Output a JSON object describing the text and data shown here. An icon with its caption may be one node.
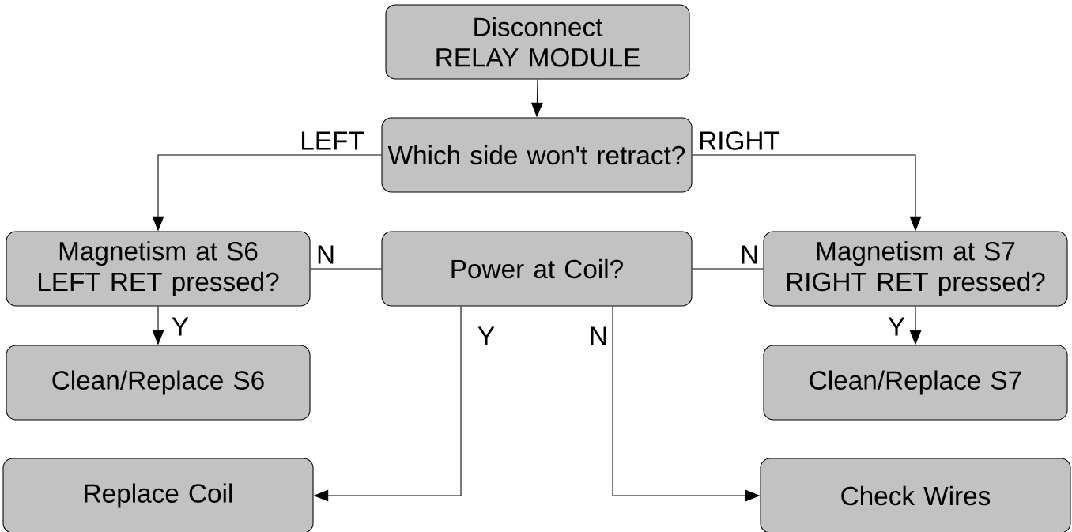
{
  "diagram": {
    "nodes": [
      {
        "text": [
          "Disconnect RELAY MODULE"
        ]
      },
      {
        "text": [
          "Which side won't retract?"
        ]
      },
      {
        "text": [
          "Magnetism at S6 LEFT RET pressed?"
        ]
      },
      {
        "text": [
          "Power at Coil?"
        ]
      },
      {
        "text": [
          "Magnetism at S7 RIGHT RET pressed?"
        ]
      },
      {
        "text": [
          "Clean/Replace S6"
        ]
      },
      {
        "text": [
          "Clean/Replace S7"
        ]
      },
      {
        "text": [
          "Replace Coil"
        ]
      },
      {
        "text": [
          "Check Wires"
        ]
      }
    ],
    "edges": [
      {
        "from": 0,
        "to": 1,
        "arrow": "to"
      },
      {
        "from": 1,
        "to": 2,
        "arrow": "to",
        "label": "LEFT"
      },
      {
        "from": 1,
        "to": 4,
        "arrow": "to",
        "label": "RIGHT"
      },
      {
        "from": 2,
        "to": 3,
        "arrow": "none",
        "label": "N"
      },
      {
        "from": 4,
        "to": 3,
        "arrow": "none",
        "label": "N"
      },
      {
        "from": 2,
        "to": 5,
        "arrow": "to",
        "label": "Y"
      },
      {
        "from": 4,
        "to": 6,
        "arrow": "to",
        "label": "Y"
      },
      {
        "from": 3,
        "to": 7,
        "arrow": "to",
        "label": "Y"
      },
      {
        "from": 3,
        "to": 8,
        "arrow": "to",
        "label": "N"
      }
    ]
  }
}
